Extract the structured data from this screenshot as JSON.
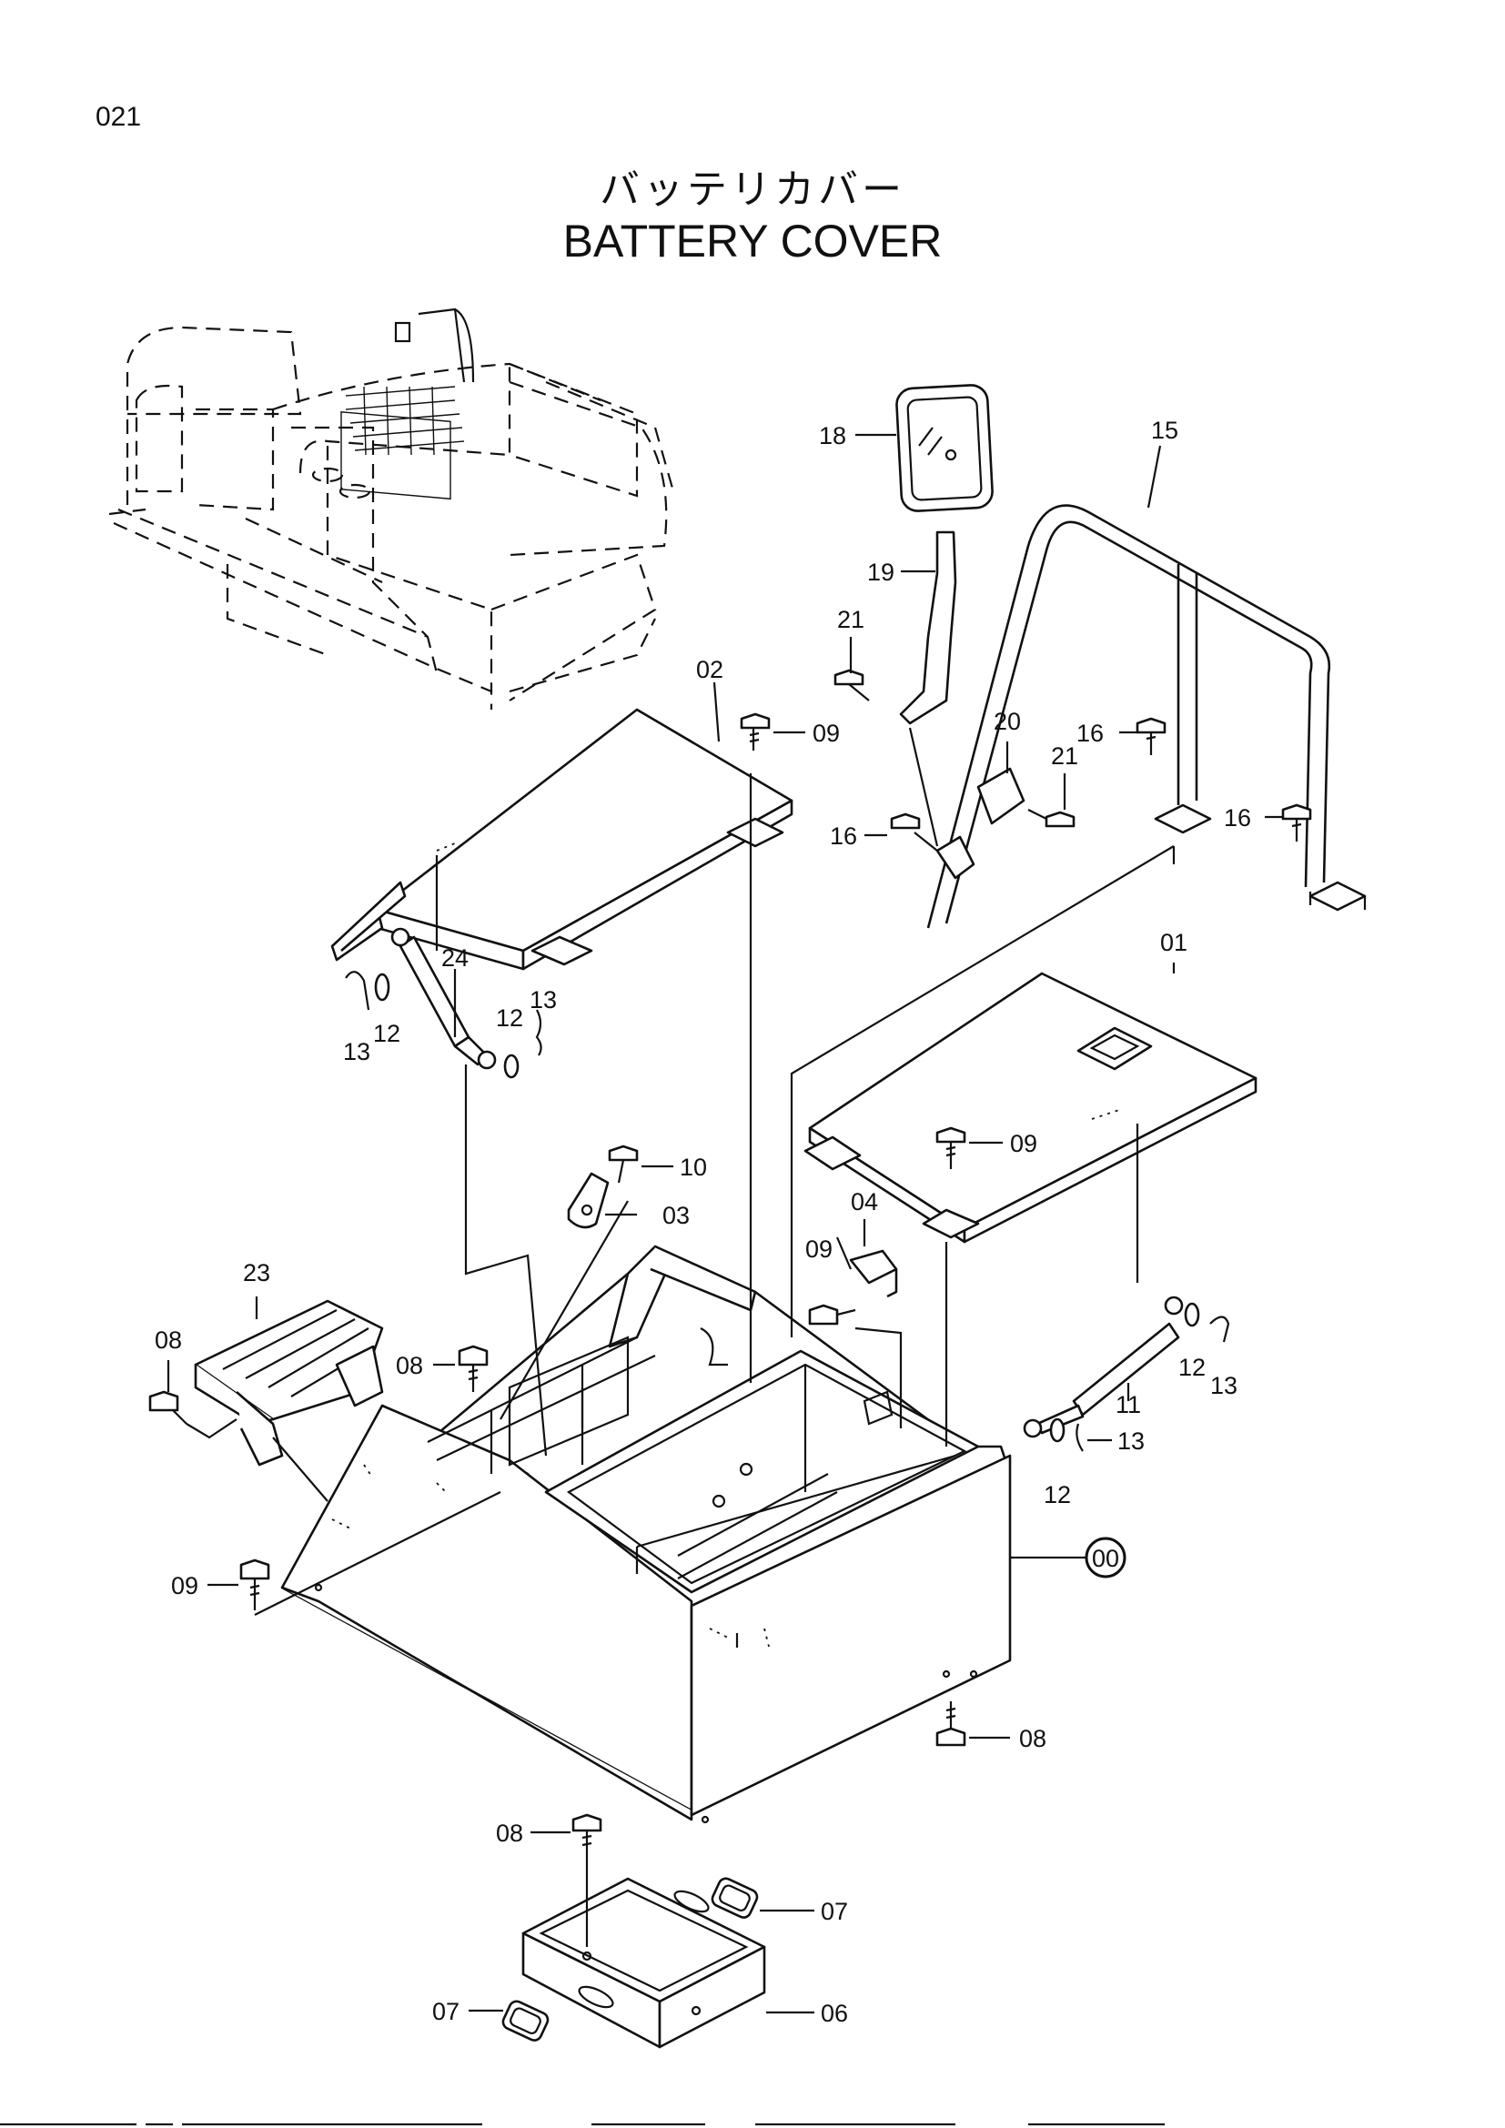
{
  "page_number": "021",
  "title_jp": "バッテリカバー",
  "title_en": "BATTERY COVER",
  "callouts": {
    "c00": "00",
    "c01": "01",
    "c02": "02",
    "c03": "03",
    "c04": "04",
    "c06": "06",
    "c07a": "07",
    "c07b": "07",
    "c08a": "08",
    "c08b": "08",
    "c08c": "08",
    "c08d": "08",
    "c09a": "09",
    "c09b": "09",
    "c09c": "09",
    "c09d": "09",
    "c10": "10",
    "c11": "11",
    "c12a": "12",
    "c12b": "12",
    "c12c": "12",
    "c12d": "12",
    "c13a": "13",
    "c13b": "13",
    "c13c": "13",
    "c13d": "13",
    "c15": "15",
    "c16a": "16",
    "c16b": "16",
    "c16c": "16",
    "c18": "18",
    "c19": "19",
    "c20": "20",
    "c21a": "21",
    "c21b": "21",
    "c23": "23",
    "c24": "24"
  }
}
